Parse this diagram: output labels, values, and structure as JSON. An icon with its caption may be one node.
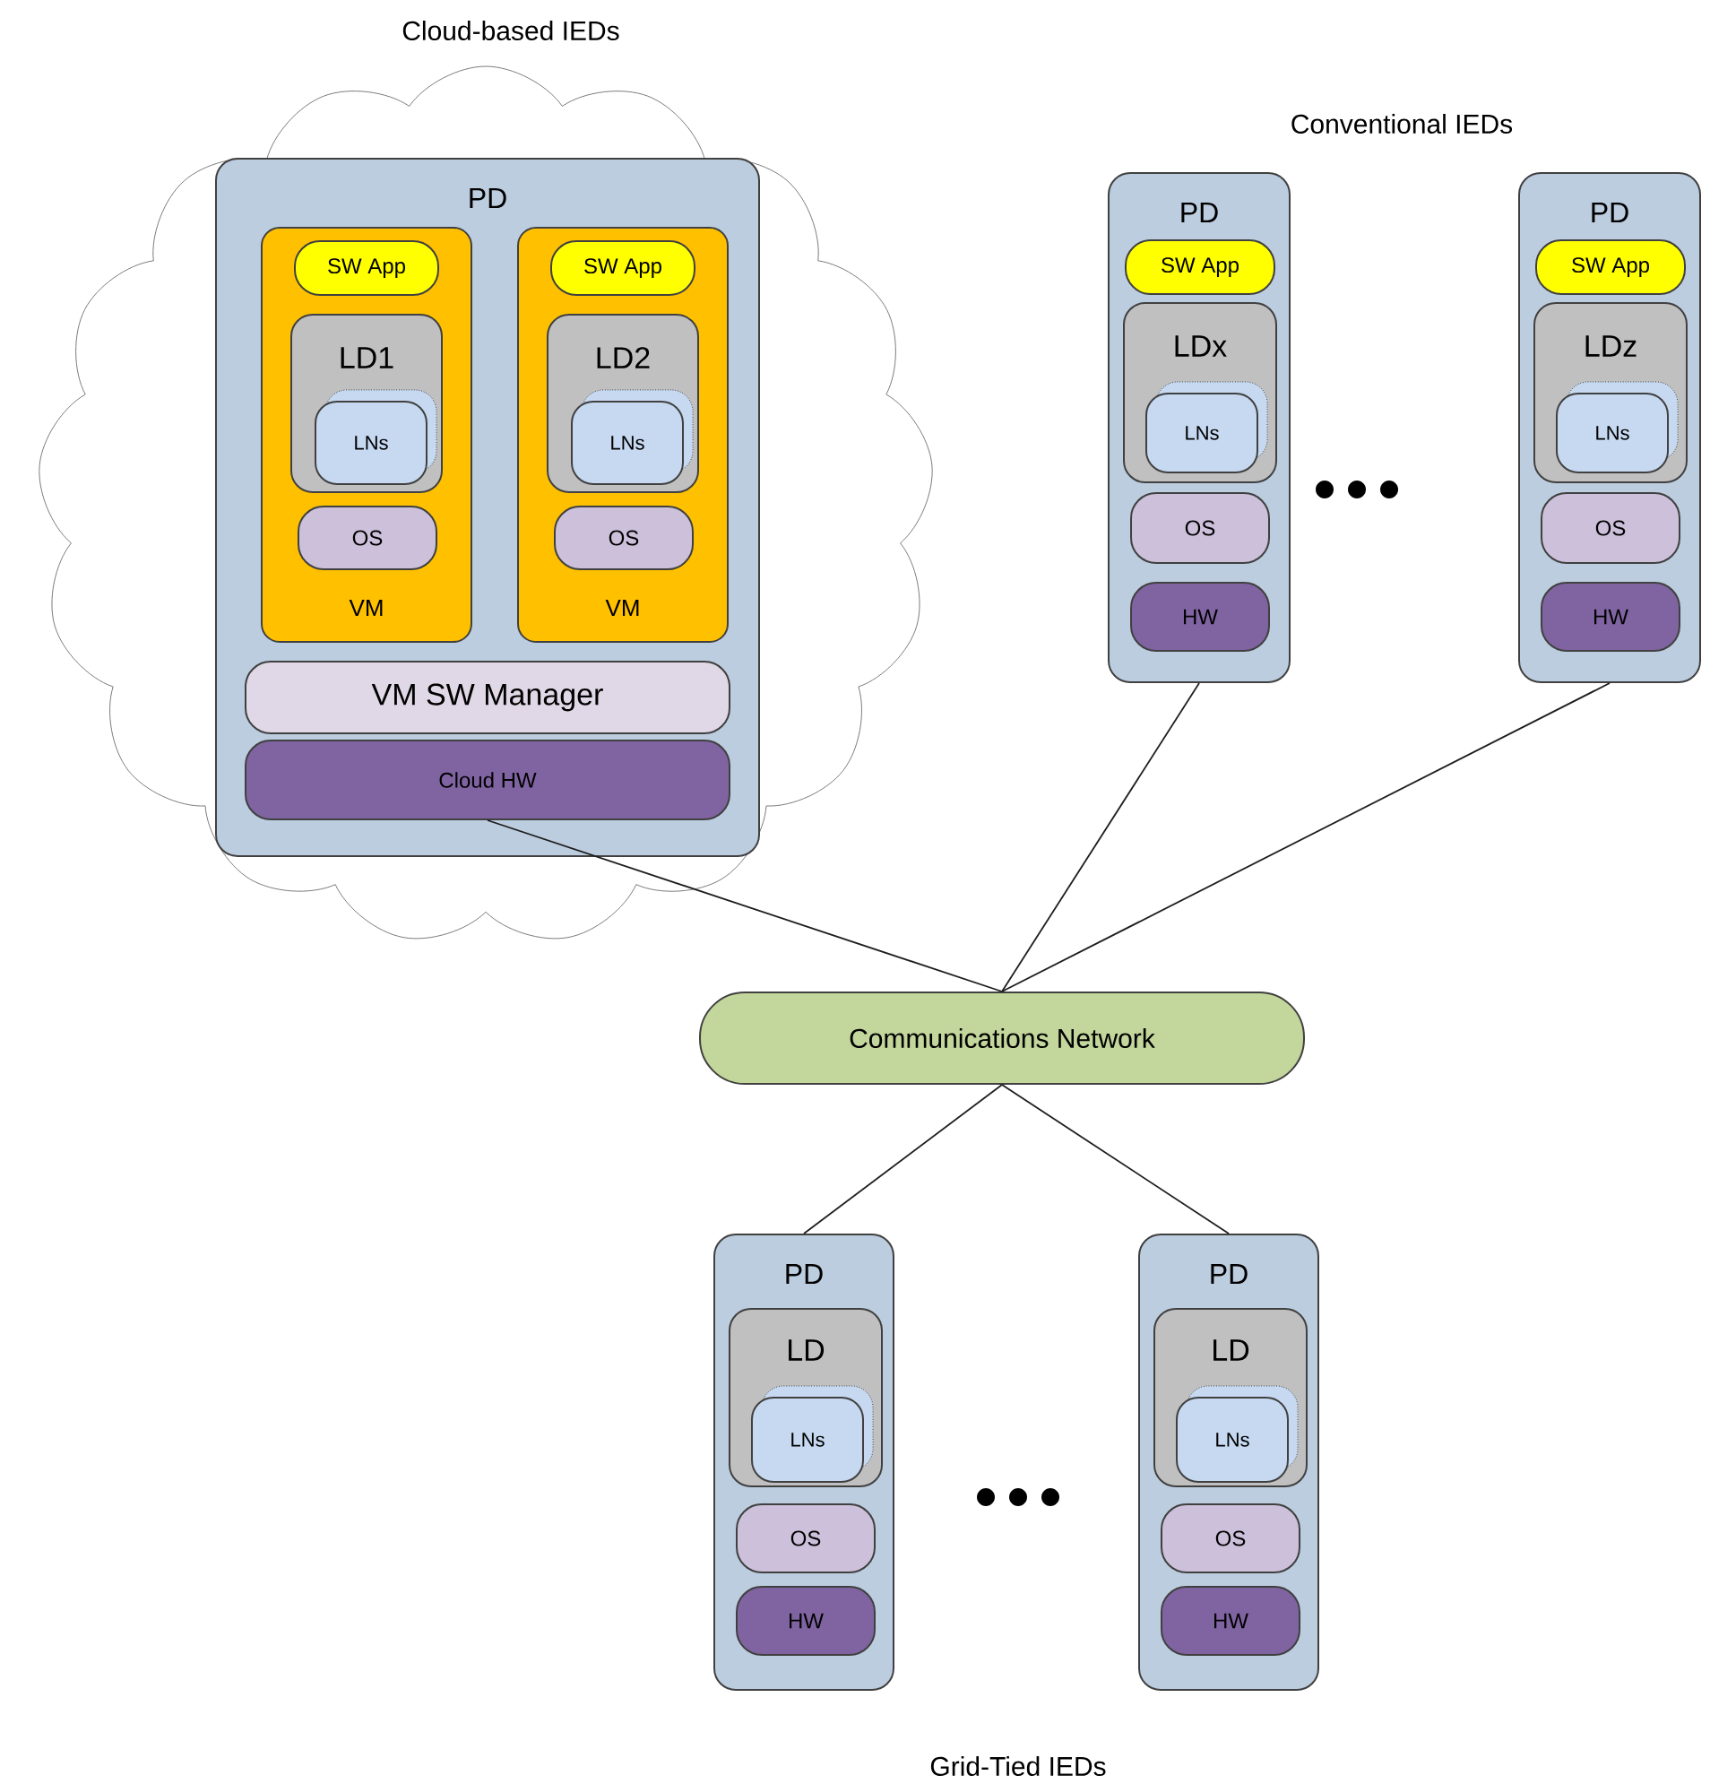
{
  "diagram": {
    "nodes": [
      {
        "text": [
          "Cloud-based IEDs"
        ]
      },
      {
        "text": [
          "PD"
        ],
        "in": 0
      },
      {
        "text": [
          "VM"
        ],
        "in": 1
      },
      {
        "text": [
          "SW App"
        ],
        "in": 2
      },
      {
        "text": [
          "LD1"
        ],
        "in": 2
      },
      {
        "text": [
          "LNs"
        ],
        "in": 4
      },
      {
        "text": [
          "OS"
        ],
        "in": 2
      },
      {
        "text": [
          "VM"
        ],
        "in": 1
      },
      {
        "text": [
          "SW App"
        ],
        "in": 7
      },
      {
        "text": [
          "LD2"
        ],
        "in": 7
      },
      {
        "text": [
          "LNs"
        ],
        "in": 9
      },
      {
        "text": [
          "OS"
        ],
        "in": 7
      },
      {
        "text": [
          "VM SW Manager"
        ],
        "in": 1
      },
      {
        "text": [
          "Cloud HW"
        ],
        "in": 1
      },
      {
        "text": [
          "PD"
        ]
      },
      {
        "text": [
          "SW App"
        ],
        "in": 14
      },
      {
        "text": [
          "LDx"
        ],
        "in": 14
      },
      {
        "text": [
          "LNs"
        ],
        "in": 16
      },
      {
        "text": [
          "OS"
        ],
        "in": 14
      },
      {
        "text": [
          "HW"
        ],
        "in": 14
      },
      {
        "text": [
          "PD"
        ]
      },
      {
        "text": [
          "SW App"
        ],
        "in": 20
      },
      {
        "text": [
          "LDz"
        ],
        "in": 20
      },
      {
        "text": [
          "LNs"
        ],
        "in": 22
      },
      {
        "text": [
          "OS"
        ],
        "in": 20
      },
      {
        "text": [
          "HW"
        ],
        "in": 20
      },
      {
        "text": [
          "Communications Network"
        ]
      },
      {
        "text": [
          "PD"
        ]
      },
      {
        "text": [
          "LD"
        ],
        "in": 27
      },
      {
        "text": [
          "LNs"
        ],
        "in": 28
      },
      {
        "text": [
          "OS"
        ],
        "in": 27
      },
      {
        "text": [
          "HW"
        ],
        "in": 27
      },
      {
        "text": [
          "PD"
        ]
      },
      {
        "text": [
          "LD"
        ],
        "in": 32
      },
      {
        "text": [
          "LNs"
        ],
        "in": 33
      },
      {
        "text": [
          "OS"
        ],
        "in": 32
      },
      {
        "text": [
          "HW"
        ],
        "in": 32
      }
    ],
    "edges": [
      {
        "from": 13,
        "to": 26,
        "arrow": "none"
      },
      {
        "from": 14,
        "to": 26,
        "arrow": "none"
      },
      {
        "from": 20,
        "to": 26,
        "arrow": "none"
      },
      {
        "from": 26,
        "to": 27,
        "arrow": "none"
      },
      {
        "from": 26,
        "to": 32,
        "arrow": "none"
      }
    ],
    "labels": [
      "Conventional IEDs",
      "Grid-Tied IEDs"
    ]
  }
}
